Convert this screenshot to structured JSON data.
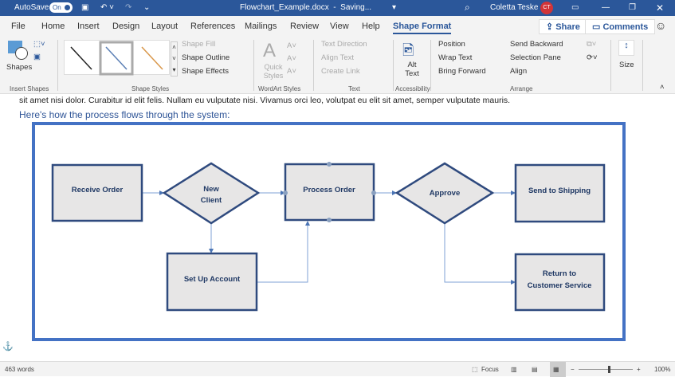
{
  "titlebar": {
    "autosave": "AutoSave",
    "toggle": "On",
    "filename": "Flowchart_Example.docx  -  Saving...",
    "user": "Coletta Teske",
    "initials": "CT"
  },
  "tabs": [
    "File",
    "Home",
    "Insert",
    "Design",
    "Layout",
    "References",
    "Mailings",
    "Review",
    "View",
    "Help",
    "Shape Format"
  ],
  "active_tab": "Shape Format",
  "share": "Share",
  "comments": "Comments",
  "ribbon": {
    "shapes": "Shapes",
    "insert_shapes": "Insert Shapes",
    "shape_fill": "Shape Fill",
    "shape_outline": "Shape Outline",
    "shape_effects": "Shape Effects",
    "shape_styles": "Shape Styles",
    "quick_styles": "Quick Styles",
    "wordart_styles": "WordArt Styles",
    "text_direction": "Text Direction",
    "align_text": "Align Text",
    "create_link": "Create Link",
    "text": "Text",
    "alt_text": "Alt Text",
    "accessibility": "Accessibility",
    "position": "Position",
    "wrap_text": "Wrap Text",
    "bring_forward": "Bring Forward",
    "send_backward": "Send Backward",
    "selection_pane": "Selection Pane",
    "align": "Align",
    "arrange": "Arrange",
    "size": "Size"
  },
  "document": {
    "body_text": "sit amet nisi dolor. Curabitur id elit felis. Nullam eu vulputate nisi. Vivamus orci leo, volutpat eu elit sit amet, semper vulputate mauris.",
    "heading": "Here's how the process flows through the system:",
    "accent": "#4472c4",
    "flow": {
      "receive": "Receive Order",
      "new_client_1": "New",
      "new_client_2": "Client",
      "process": "Process Order",
      "approve": "Approve",
      "shipping": "Send to Shipping",
      "setup": "Set Up Account",
      "return_1": "Return to",
      "return_2": "Customer Service"
    }
  },
  "status": {
    "words": "463 words",
    "focus": "Focus",
    "zoom": "100%"
  }
}
